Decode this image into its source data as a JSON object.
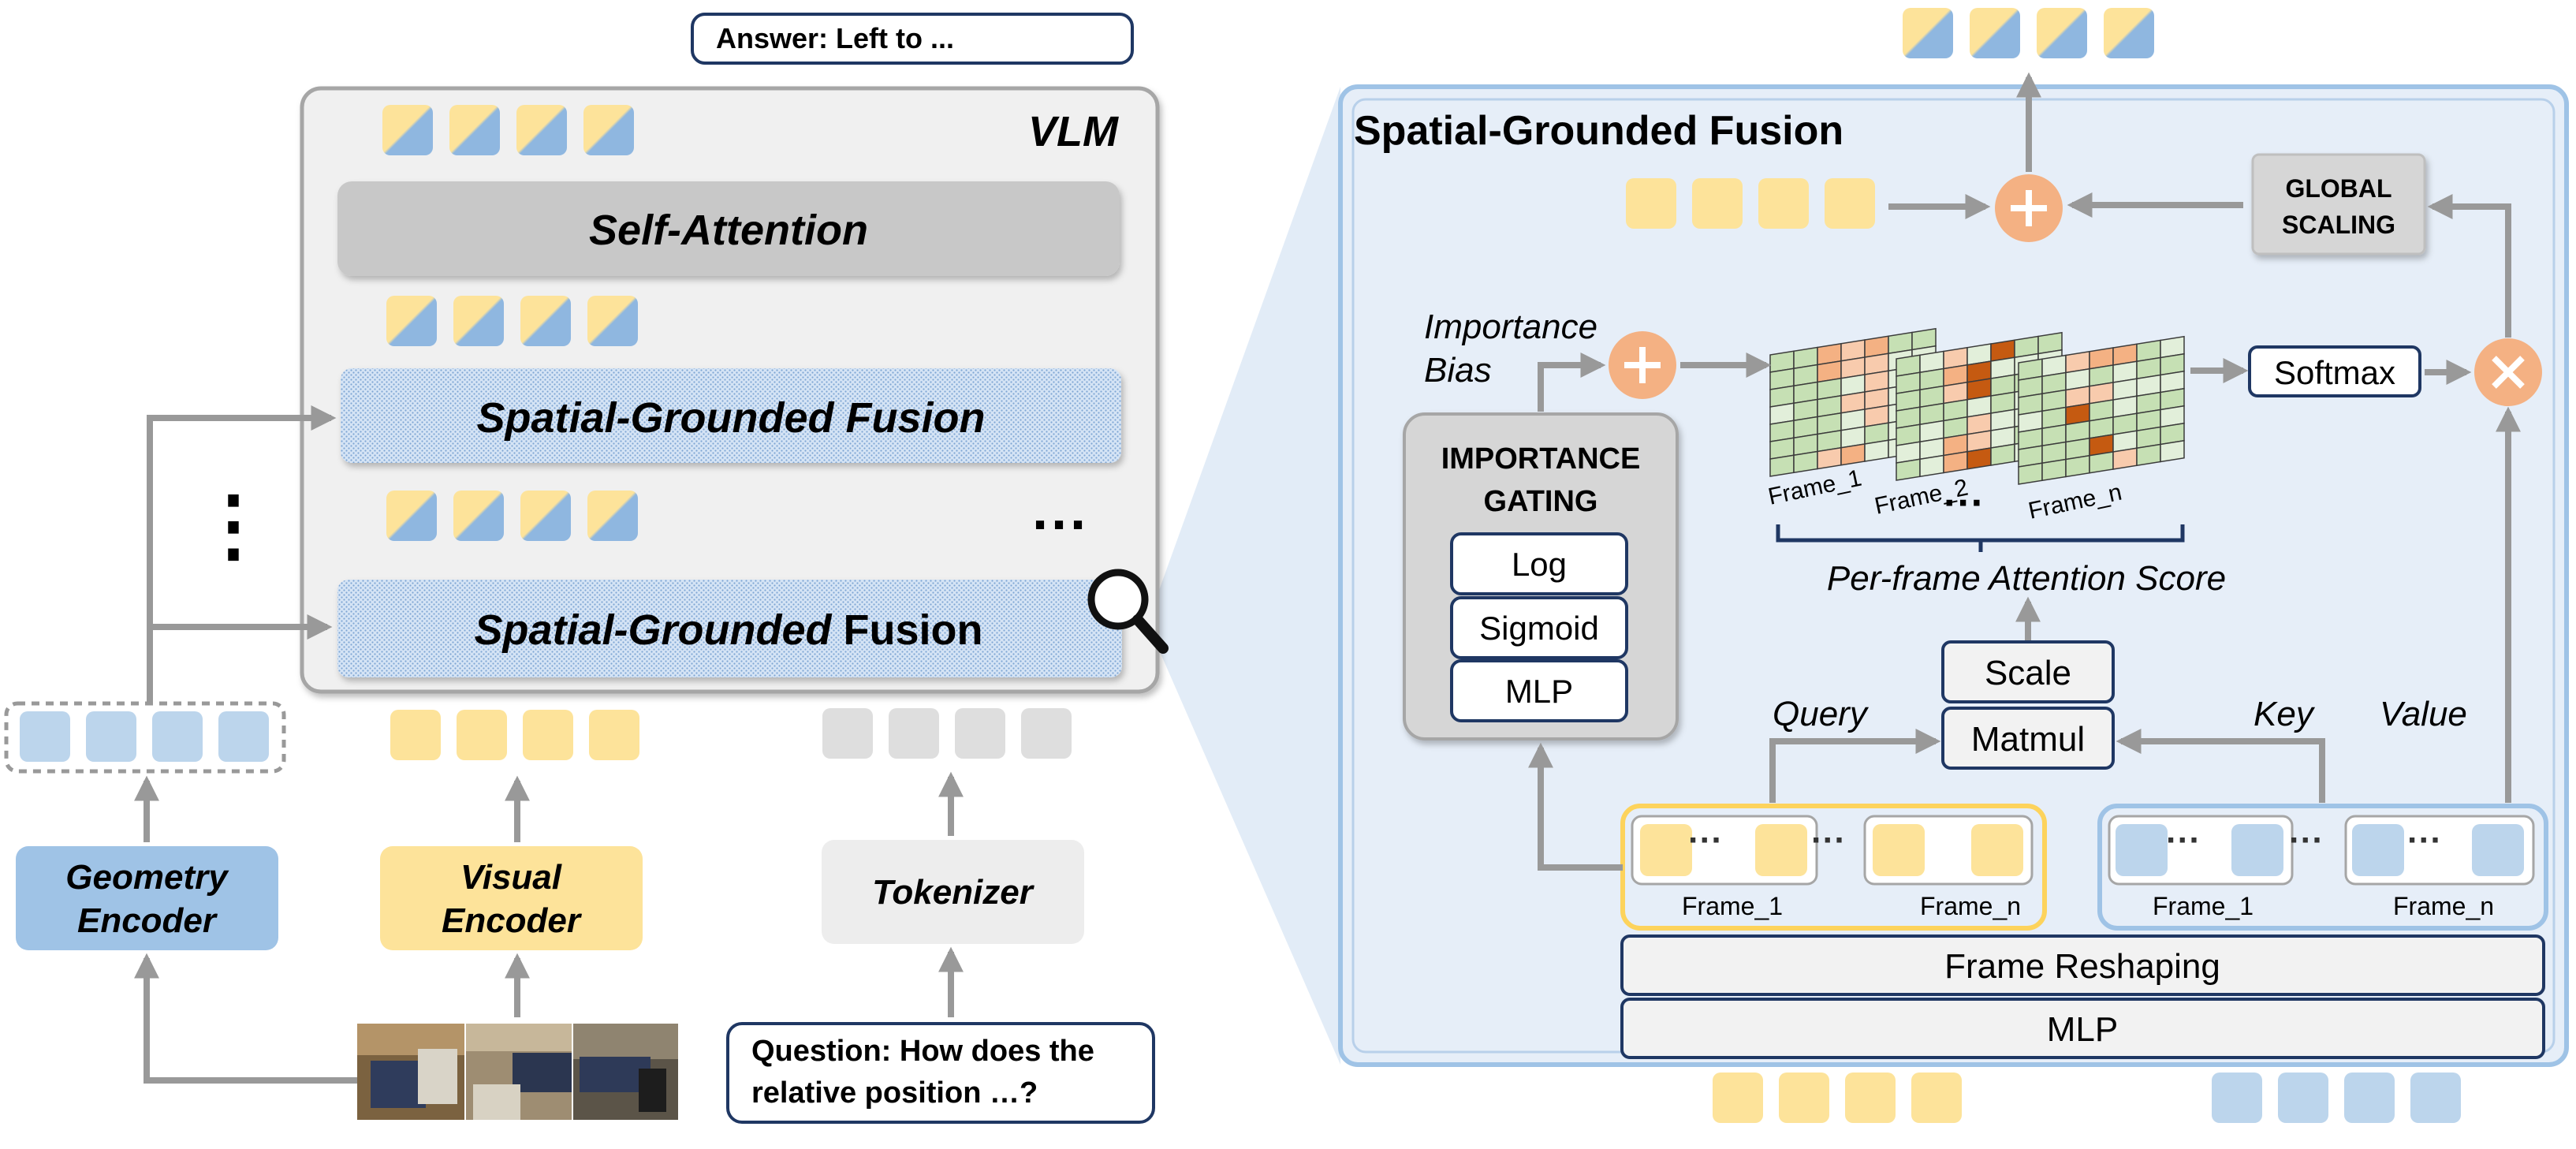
{
  "left": {
    "answer": "Answer: Left to ...",
    "vlm_title": "VLM",
    "self_attention": "Self-Attention",
    "fusion_top": "Spatial-Grounded Fusion",
    "fusion_bottom_italic": "Spatial-Grounded",
    "fusion_bottom_plain": " Fusion",
    "ellipsis_vertical": "⋮",
    "ellipsis_horizontal": "···",
    "geometry_encoder": [
      "Geometry",
      "Encoder"
    ],
    "visual_encoder": [
      "Visual",
      "Encoder"
    ],
    "tokenizer": "Tokenizer",
    "question": [
      "Question: How does the",
      "relative position …?"
    ]
  },
  "right": {
    "title": "Spatial-Grounded Fusion",
    "global_scaling": [
      "GLOBAL",
      "SCALING"
    ],
    "importance_bias": [
      "Importance",
      "Bias"
    ],
    "importance_gating": [
      "IMPORTANCE",
      "GATING"
    ],
    "gating_ops": [
      "Log",
      "Sigmoid",
      "MLP"
    ],
    "softmax": "Softmax",
    "frames": [
      "Frame_1",
      "Frame_2",
      "Frame_n"
    ],
    "attention_ellipsis": "···",
    "per_frame": "Per-frame Attention Score",
    "scale": "Scale",
    "matmul": "Matmul",
    "query": "Query",
    "key": "Key",
    "value": "Value",
    "frame_first": "Frame_1",
    "frame_last": "Frame_n",
    "frame_reshaping": "Frame Reshaping",
    "mlp": "MLP"
  },
  "colors": {
    "token_yellow": "#fde39a",
    "token_blue": "#bcd5ec",
    "token_gray": "#dedede",
    "geometry_fill": "#9fc3e6",
    "visual_fill": "#fde39a",
    "plus_circle": "#f4b183",
    "arrow_gray": "#999999",
    "navy": "#1f3763"
  }
}
